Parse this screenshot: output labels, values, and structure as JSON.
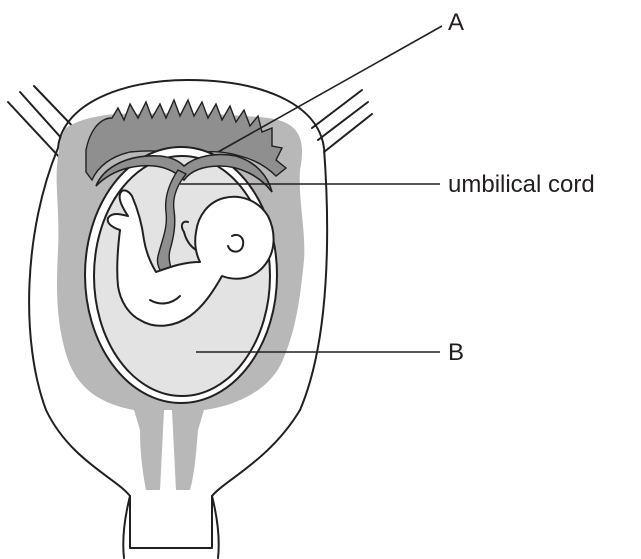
{
  "labels": {
    "a": "A",
    "umbilical_cord": "umbilical cord",
    "b": "B"
  },
  "colors": {
    "outline": "#231f20",
    "uterine_lining": "#b8b8b8",
    "placenta": "#8f8f8f",
    "amniotic_fluid": "#e3e3e3",
    "fetus": "#ffffff",
    "background": "#ffffff"
  }
}
